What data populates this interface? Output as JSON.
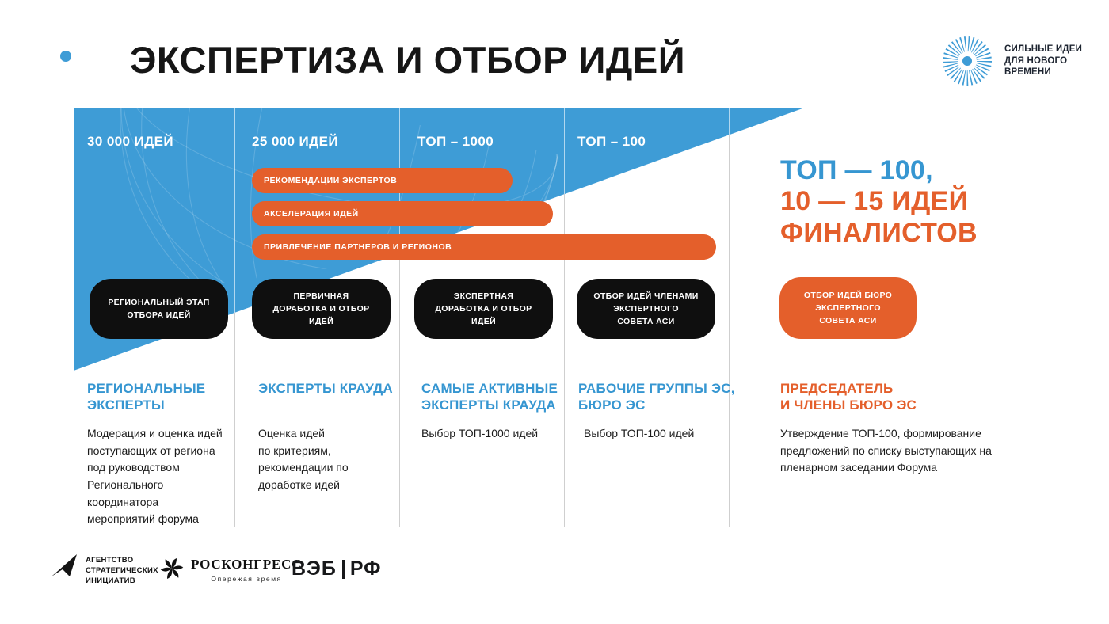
{
  "colors": {
    "funnel_blue": "#3E9CD6",
    "text_blue": "#3696D1",
    "accent_orange": "#E45F2B",
    "box_black": "#0f0f0f"
  },
  "header": {
    "title": "ЭКСПЕРТИЗА И ОТБОР ИДЕЙ",
    "logo_text": "СИЛЬНЫЕ ИДЕИ\nДЛЯ НОВОГО\nВРЕМЕНИ"
  },
  "funnel": {
    "stage_counts": [
      "30 000 ИДЕЙ",
      "25 000 ИДЕЙ",
      "ТОП – 1000",
      "ТОП – 100"
    ],
    "pills": [
      "РЕКОМЕНДАЦИИ ЭКСПЕРТОВ",
      "АКСЕЛЕРАЦИЯ ИДЕЙ",
      "ПРИВЛЕЧЕНИЕ ПАРТНЕРОВ И РЕГИОНОВ"
    ],
    "stage_boxes": [
      "РЕГИОНАЛЬНЫЙ ЭТАП\nОТБОРА ИДЕЙ",
      "ПЕРВИЧНАЯ\nДОРАБОТКА И ОТБОР\nИДЕЙ",
      "ЭКСПЕРТНАЯ\nДОРАБОТКА И ОТБОР\nИДЕЙ",
      "ОТБОР ИДЕЙ ЧЛЕНАМИ\nЭКСПЕРТНОГО\nСОВЕТА АСИ"
    ],
    "final_box": "ОТБОР ИДЕЙ БЮРО\nЭКСПЕРТНОГО\nСОВЕТА АСИ",
    "result": {
      "top": "ТОП — 100,",
      "bottom": "10 — 15 ИДЕЙ\nФИНАЛИСТОВ"
    }
  },
  "columns": [
    {
      "heading": "РЕГИОНАЛЬНЫЕ\nЭКСПЕРТЫ",
      "body": "Модерация и оценка идей\nпоступающих от региона\nпод руководством\nРегионального\nкоординатора\nмероприятий форума"
    },
    {
      "heading": "ЭКСПЕРТЫ КРАУДА",
      "body": "Оценка идей\nпо критериям,\nрекомендации по\nдоработке идей"
    },
    {
      "heading": "САМЫЕ АКТИВНЫЕ\nЭКСПЕРТЫ КРАУДА",
      "body": "Выбор ТОП-1000 идей"
    },
    {
      "heading": "РАБОЧИЕ ГРУППЫ ЭС,\nБЮРО ЭС",
      "body": "Выбор ТОП-100 идей"
    },
    {
      "heading": "ПРЕДСЕДАТЕЛЬ\nИ ЧЛЕНЫ БЮРО ЭС",
      "body": "Утверждение ТОП-100, формирование\nпредложений по списку выступающих на\nпленарном заседании Форума"
    }
  ],
  "footer": {
    "asi_text": "АГЕНТСТВО\nСТРАТЕГИЧЕСКИХ\nИНИЦИАТИВ",
    "roscongress_name": "РОСКОНГРЕСС",
    "roscongress_tagline": "Опережая время",
    "veb_part1": "ВЭБ",
    "veb_part2": "РФ"
  }
}
